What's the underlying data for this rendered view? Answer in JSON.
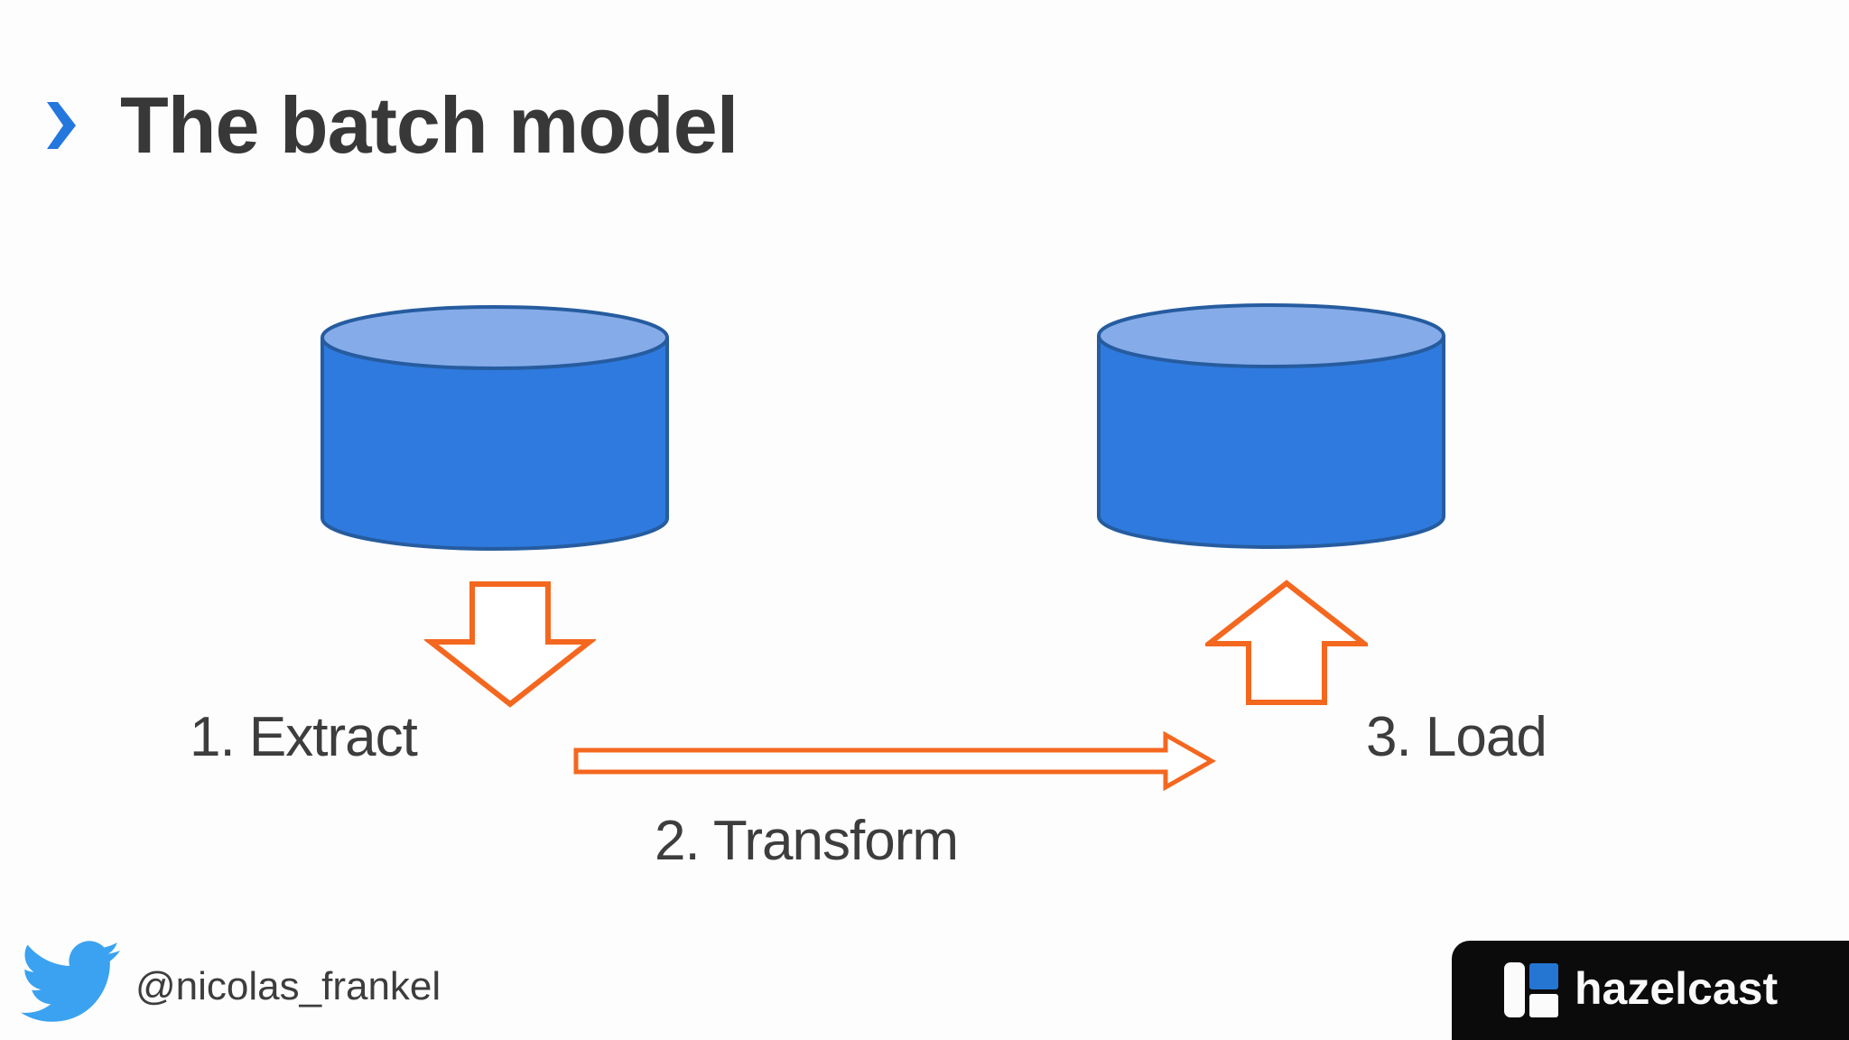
{
  "slide": {
    "title": "The batch model"
  },
  "icons": {
    "title_chevron": "chevron-right",
    "twitter": "twitter-bird",
    "down_arrow": "block-arrow-down",
    "up_arrow": "block-arrow-up",
    "right_arrow": "block-arrow-right",
    "database": "database-cylinder"
  },
  "colors": {
    "chevron_blue": "#2477dd",
    "title_text": "#383838",
    "label_text": "#3d3d3d",
    "cylinder_body": "#2f7ade",
    "cylinder_top": "#85abe9",
    "cylinder_stroke": "#265c9f",
    "arrow_orange": "#f4671f",
    "twitter_blue": "#3aa2f0",
    "logo_background": "#0b0b0b",
    "logo_blue": "#2576d2"
  },
  "diagram": {
    "steps": [
      {
        "label": "1. Extract"
      },
      {
        "label": "2. Transform"
      },
      {
        "label": "3. Load"
      }
    ]
  },
  "footer": {
    "twitter_handle": "@nicolas_frankel",
    "logo_text": "hazelcast"
  }
}
